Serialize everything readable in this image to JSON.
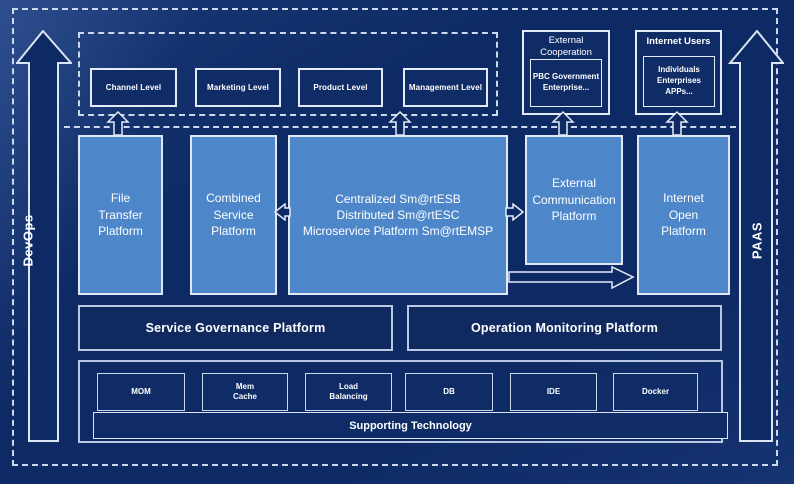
{
  "diagram": {
    "rails": {
      "left_label": "DevOps",
      "right_label": "PAAS"
    },
    "levels": [
      "Channel Level",
      "Marketing Level",
      "Product Level",
      "Management Level"
    ],
    "external_cooperation": {
      "title": "External\nCooperation",
      "members": "PBC Government\nEnterprise..."
    },
    "internet_users": {
      "title": "Internet Users",
      "members": "Individuals\nEnterprises\nAPPs..."
    },
    "platforms": {
      "file_transfer": "File\nTransfer\nPlatform",
      "combined_service": "Combined\nService\nPlatform",
      "esb": "Centralized Sm@rtESB\nDistributed Sm@rtESC\nMicroservice Platform Sm@rtEMSP",
      "external_communication": "External\nCommunication\nPlatform",
      "internet_open": "Internet\nOpen\nPlatform"
    },
    "governance_label": "Service Governance Platform",
    "monitoring_label": "Operation Monitoring Platform",
    "supporting": {
      "techs": [
        "MOM",
        "Mem\nCache",
        "Load\nBalancing",
        "DB",
        "IDE",
        "Docker"
      ],
      "bar_label": "Supporting Technology"
    },
    "colors": {
      "background": "#0d2a64",
      "platform_blue": "#4d87ca",
      "panel_navy": "#0f2c67",
      "border_light": "#dbe5f3"
    }
  }
}
